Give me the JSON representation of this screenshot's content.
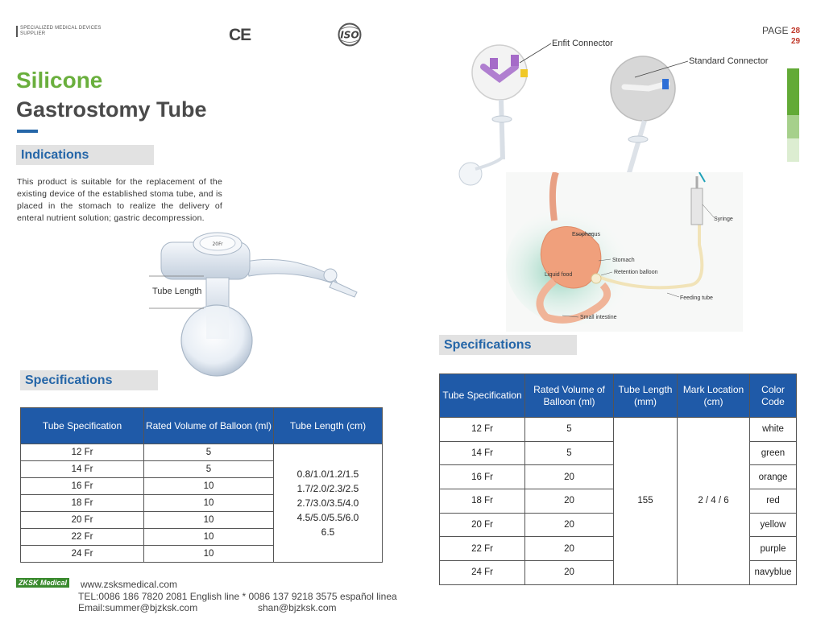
{
  "header": {
    "tagline_line1": "SPECIALIZED MEDICAL DEVICES",
    "tagline_line2": "SUPPLIER",
    "ce_mark": "CE",
    "iso_mark": "ISO",
    "page_label": "PAGE",
    "page_numbers": [
      "28",
      "29"
    ]
  },
  "title": {
    "line1": "Silicone",
    "line2": "Gastrostomy Tube"
  },
  "indications": {
    "heading": "Indications",
    "text": "This product is suitable for the replacement of the existing device of the established stoma tube, and is placed in the stomach to realize the delivery of enteral nutrient solution; gastric decompression."
  },
  "product_image": {
    "tube_length_label": "Tube Length",
    "disc_text": "20Fr"
  },
  "connectors": {
    "enfit_label": "Enfit Connector",
    "standard_label": "Standard Connector"
  },
  "anatomy": {
    "esophagus": "Esophagus",
    "stomach": "Stomach",
    "retention_balloon": "Retention balloon",
    "liquid_food": "Liquid food",
    "syringe": "Syringe",
    "feeding_tube": "Feeding tube",
    "small_intestine": "Small intestine"
  },
  "spec_left": {
    "heading": "Specifications",
    "headers": [
      "Tube Specification",
      "Rated Volume of Balloon (ml)",
      "Tube  Length (cm)"
    ],
    "rows": [
      [
        "12 Fr",
        "5"
      ],
      [
        "14 Fr",
        "5"
      ],
      [
        "16 Fr",
        "10"
      ],
      [
        "18 Fr",
        "10"
      ],
      [
        "20 Fr",
        "10"
      ],
      [
        "22 Fr",
        "10"
      ],
      [
        "24 Fr",
        "10"
      ]
    ],
    "tube_length_lines": [
      "0.8/1.0/1.2/1.5",
      "1.7/2.0/2.3/2.5",
      "2.7/3.0/3.5/4.0",
      "4.5/5.0/5.5/6.0",
      "6.5"
    ]
  },
  "spec_right": {
    "heading": "Specifications",
    "headers": [
      "Tube Specification",
      "Rated Volume of Balloon (ml)",
      "Tube Length (mm)",
      "Mark Location (cm)",
      "Color Code"
    ],
    "rows": [
      [
        "12 Fr",
        "5",
        "white"
      ],
      [
        "14 Fr",
        "5",
        "green"
      ],
      [
        "16 Fr",
        "20",
        "orange"
      ],
      [
        "18 Fr",
        "20",
        "red"
      ],
      [
        "20 Fr",
        "20",
        "yellow"
      ],
      [
        "22 Fr",
        "20",
        "purple"
      ],
      [
        "24 Fr",
        "20",
        "navyblue"
      ]
    ],
    "tube_length": "155",
    "mark_location": "2 / 4 / 6"
  },
  "footer": {
    "logo": "ZKSK Medical",
    "url": "www.zsksmedical.com",
    "tel": "TEL:0086 186 7820 2081 English line * 0086 137 9218 3575 español linea",
    "email1": "Email:summer@bjzksk.com",
    "email2": "shan@bjzksk.com"
  },
  "colors": {
    "green": "#6aaf3d",
    "blue": "#1f5aa8",
    "header_blue": "#2566a8"
  }
}
